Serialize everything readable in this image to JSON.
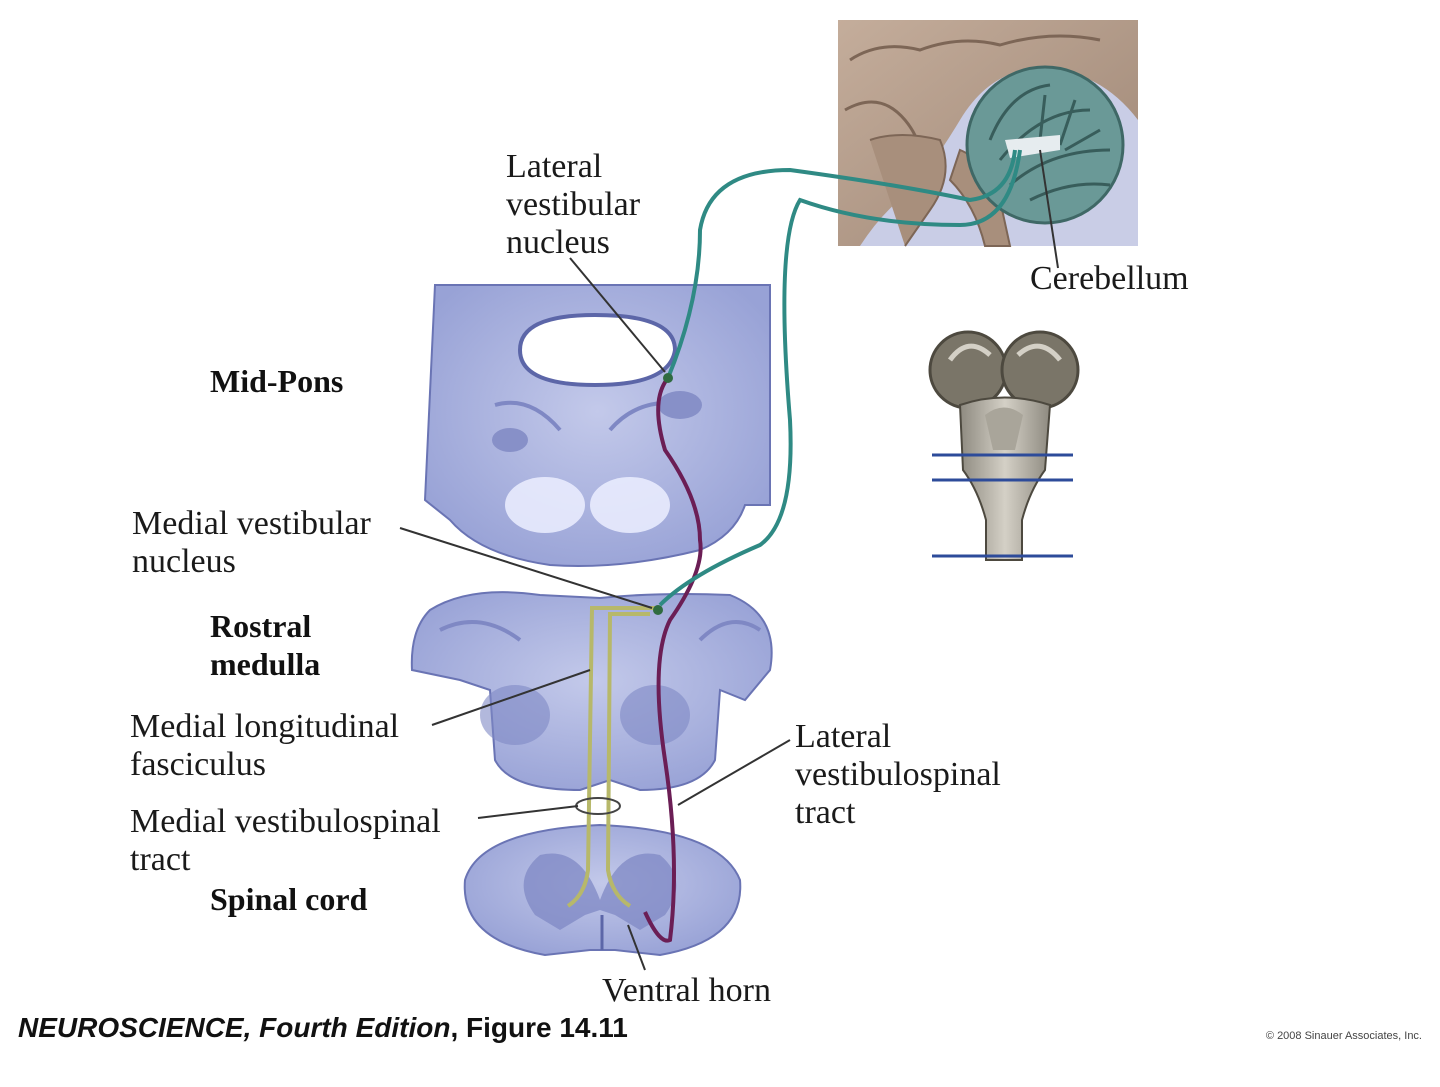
{
  "labels": {
    "lateral_vestibular_nucleus": "Lateral\nvestibular\nnucleus",
    "cerebellum": "Cerebellum",
    "mid_pons": "Mid-Pons",
    "medial_vestibular_nucleus": "Medial vestibular\nnucleus",
    "rostral_medulla": "Rostral\nmedulla",
    "medial_longitudinal_fasciculus": "Medial longitudinal\nfasciculus",
    "lateral_vestibulospinal_tract": "Lateral\nvestibulospinal\ntract",
    "medial_vestibulospinal_tract": "Medial vestibulospinal\ntract",
    "spinal_cord": "Spinal cord",
    "ventral_horn": "Ventral horn"
  },
  "caption": {
    "book": "NEUROSCIENCE",
    "edition": ", Fourth Edition",
    "figure": ", Figure 14.11"
  },
  "copyright": "© 2008 Sinauer Associates, Inc.",
  "colors": {
    "tissue": "#a7b0dc",
    "tissue_dark": "#7f88c4",
    "brain_photo": "#b49d8b",
    "cerebellum": "#5b8a88",
    "lateral_tract": "#6b1e55",
    "cerebellar_fiber": "#2f8a84",
    "medial_tract": "#b7b86a"
  }
}
